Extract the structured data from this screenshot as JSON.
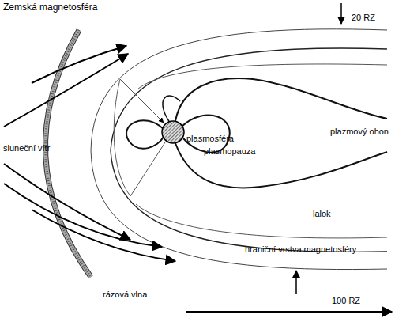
{
  "diagram": {
    "title": "Zemská magnetosféra",
    "labels": [
      "20 RZ",
      "plazmový ohon",
      "plasmosféra",
      "plasmopauza",
      "sluneční vítr",
      "lalok",
      "hraniční vrstva magnetosféry",
      "rázová vlna",
      "100 RZ"
    ]
  }
}
